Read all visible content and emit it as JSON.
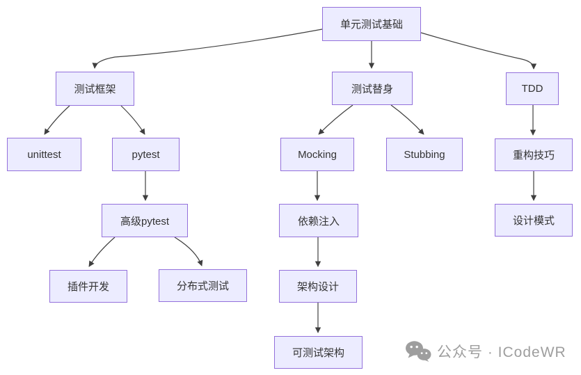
{
  "diagram": {
    "type": "flowchart",
    "nodes": {
      "root": {
        "label": "单元测试基础"
      },
      "framework": {
        "label": "测试框架"
      },
      "doubles": {
        "label": "测试替身"
      },
      "tdd": {
        "label": "TDD"
      },
      "unittest": {
        "label": "unittest"
      },
      "pytest": {
        "label": "pytest"
      },
      "mocking": {
        "label": "Mocking"
      },
      "stubbing": {
        "label": "Stubbing"
      },
      "refactoring": {
        "label": "重构技巧"
      },
      "advanced_pytest": {
        "label": "高级pytest"
      },
      "dependency_injection": {
        "label": "依赖注入"
      },
      "design_patterns": {
        "label": "设计模式"
      },
      "plugin_dev": {
        "label": "插件开发"
      },
      "distributed_testing": {
        "label": "分布式测试"
      },
      "architecture_design": {
        "label": "架构设计"
      },
      "testable_architecture": {
        "label": "可测试架构"
      }
    },
    "edges": [
      {
        "from": "root",
        "to": "framework"
      },
      {
        "from": "root",
        "to": "doubles"
      },
      {
        "from": "root",
        "to": "tdd"
      },
      {
        "from": "framework",
        "to": "unittest"
      },
      {
        "from": "framework",
        "to": "pytest"
      },
      {
        "from": "doubles",
        "to": "mocking"
      },
      {
        "from": "doubles",
        "to": "stubbing"
      },
      {
        "from": "tdd",
        "to": "refactoring"
      },
      {
        "from": "pytest",
        "to": "advanced_pytest"
      },
      {
        "from": "advanced_pytest",
        "to": "plugin_dev"
      },
      {
        "from": "advanced_pytest",
        "to": "distributed_testing"
      },
      {
        "from": "mocking",
        "to": "dependency_injection"
      },
      {
        "from": "dependency_injection",
        "to": "architecture_design"
      },
      {
        "from": "architecture_design",
        "to": "testable_architecture"
      },
      {
        "from": "refactoring",
        "to": "design_patterns"
      }
    ]
  },
  "watermark": {
    "label": "公众号 · ICodeWR",
    "icon": "wechat-icon"
  },
  "colors": {
    "node_fill": "#ECECFF",
    "node_border": "#9370DB",
    "node_text": "#333333",
    "edge": "#3f3f3f",
    "watermark_text": "#9E9E9E"
  }
}
